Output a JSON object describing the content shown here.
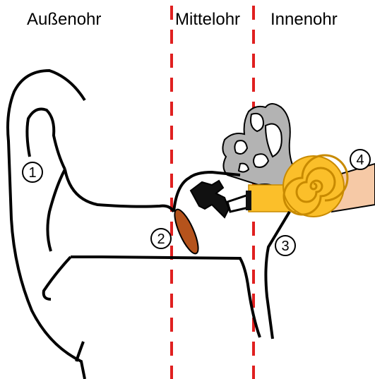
{
  "sections": {
    "outer": "Außenohr",
    "middle": "Mittelohr",
    "inner": "Innenohr"
  },
  "markers": [
    "1",
    "2",
    "3",
    "4"
  ],
  "colors": {
    "divider": "#e02020",
    "outline": "#000000",
    "eardrum": "#b5531c",
    "cochlea": "#fbbf2a",
    "cochlea_edge": "#c88a00",
    "vestibular": "#b3b3b3",
    "nerve": "#f6c9a6",
    "ossicles": "#111111"
  }
}
